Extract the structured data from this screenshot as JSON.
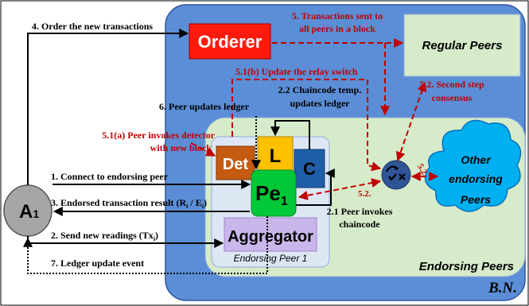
{
  "colors": {
    "network_blue": "#5b8ed6",
    "endorsing_green": "#d6ebc9",
    "regular_green": "#d6ebc9",
    "orderer_red": "#ff1a0d",
    "peer_green": "#00c837",
    "det_orange": "#c55a11",
    "ledger_yellow": "#ffc000",
    "chaincode_blue": "#1f5fa8",
    "aggregator_purple": "#c9b6ea",
    "peer1_panel": "#dde7f4",
    "client_gray": "#a6a6a6",
    "cloud_blue": "#00b0f0",
    "annotation_red": "#c00000"
  },
  "nodes": {
    "orderer": "Orderer",
    "regular_peers": "Regular Peers",
    "client_main": "A",
    "client_sub": "1",
    "det": "Det",
    "ledger": "L",
    "chaincode": "C",
    "peer_main": "Pe",
    "peer_sub": "1",
    "aggregator": "Aggregator",
    "endorsing_peer1": "Endorsing Peer 1",
    "other_line1": "Other",
    "other_line2": "endorsing",
    "other_line3": "Peers",
    "endorsing_peers": "Endorsing Peers",
    "network": "B.N.",
    "switch_icon": "relay-switch-icon"
  },
  "steps": {
    "s1": "1. Connect to endorsing peer",
    "s2": "2. Send new readings (Tx",
    "s2_sub": "i",
    "s2_end": ")",
    "s2_1_a": "2.1 Peer invokes",
    "s2_1_b": "chaincode",
    "s2_2_a": "2.2 Chaincode temp.",
    "s2_2_b": "updates ledger",
    "s3": "3. Endorsed transaction result (R",
    "s3_sub1": "i",
    "s3_mid": " / E",
    "s3_sub2": "i",
    "s3_end": ")",
    "s4": "4. Order the new transactions",
    "s5_a": "5. Transactions sent to",
    "s5_b": "all peers in a block",
    "s5_1a_a": "5.1(a) Peer invokes detector",
    "s5_1a_b": "with new block",
    "s5_1b": "5.1(b) Update the relay  switch",
    "s5_2_a": "5.2. Second step",
    "s5_2_b": "consensus",
    "s5_2_short1": "5.2.",
    "s5_2_short2": "5.2.",
    "s6": "6. Peer updates ledger",
    "s7": "7. Ledger update event"
  }
}
